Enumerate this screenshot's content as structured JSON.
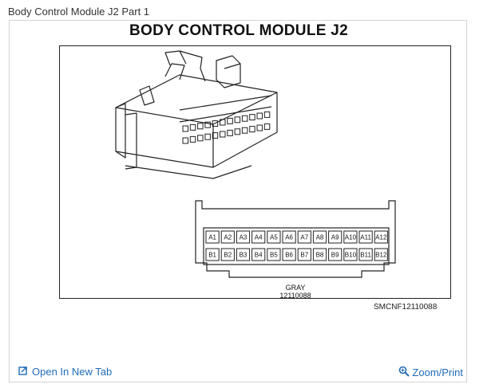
{
  "caption": "Body Control Module J2 Part 1",
  "diagram": {
    "title": "BODY CONTROL MODULE J2",
    "pins_top": [
      "A1",
      "A2",
      "A3",
      "A4",
      "A5",
      "A6",
      "A7",
      "A8",
      "A9",
      "A10",
      "A11",
      "A12"
    ],
    "pins_bottom": [
      "B1",
      "B2",
      "B3",
      "B4",
      "B5",
      "B6",
      "B7",
      "B8",
      "B9",
      "B10",
      "B11",
      "B12"
    ],
    "connector_color": "GRAY",
    "part_number": "12110088",
    "reference": "SMCNF12110088"
  },
  "footer": {
    "open_label": "Open In New Tab",
    "open_icon": "open-in-new-tab-icon",
    "zoom_label": "Zoom/Print",
    "zoom_icon": "magnifier-icon"
  },
  "colors": {
    "link": "#1f6bb7",
    "border": "#d4d4d4",
    "ink": "#222222"
  }
}
